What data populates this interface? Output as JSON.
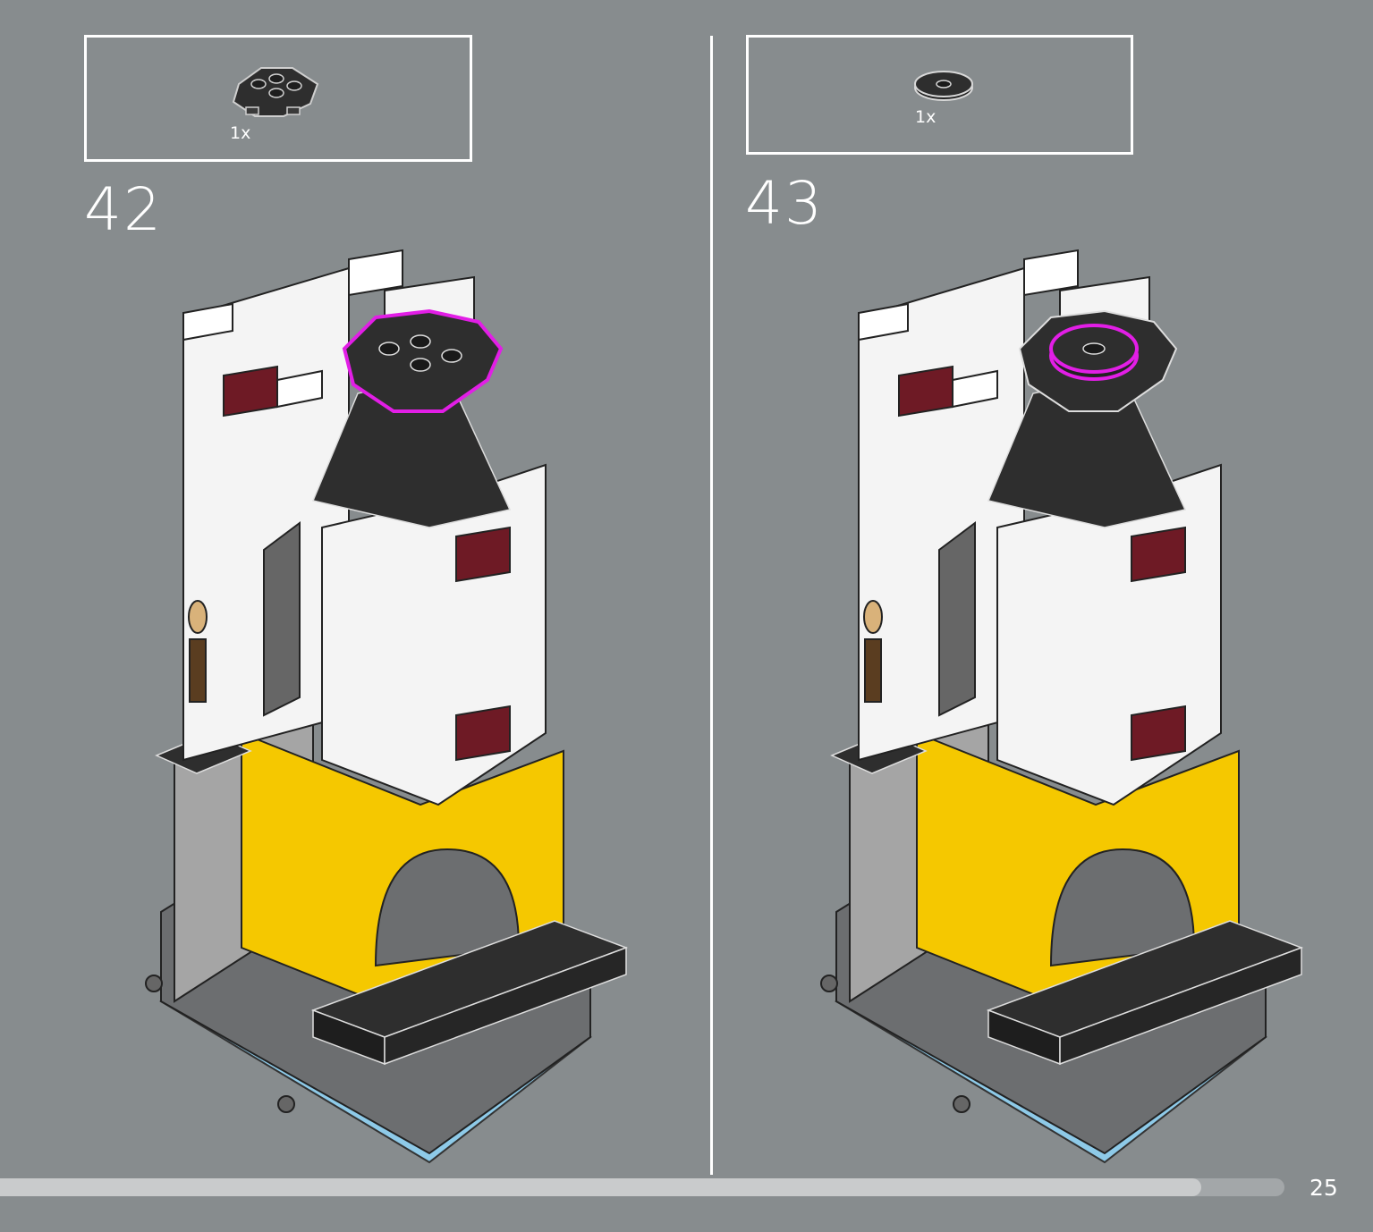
{
  "steps": [
    {
      "number": "42",
      "parts": [
        {
          "qty": "1x",
          "part_icon": "black-radar-dish-part"
        }
      ]
    },
    {
      "number": "43",
      "parts": [
        {
          "qty": "1x",
          "part_icon": "black-round-tile-part"
        }
      ]
    }
  ],
  "page": {
    "number": "25",
    "progress": 0.935
  },
  "colors": {
    "background": "#878c8e",
    "highlight": "#e21ee6",
    "yellow": "#f5c800",
    "white_brick": "#f4f4f4",
    "light_gray_brick": "#a5a5a5",
    "dark_gray_brick": "#6c6e70",
    "black_brick": "#2e2e2e",
    "dark_red": "#6e1a25",
    "trans_light_blue": "#8ecae8"
  }
}
